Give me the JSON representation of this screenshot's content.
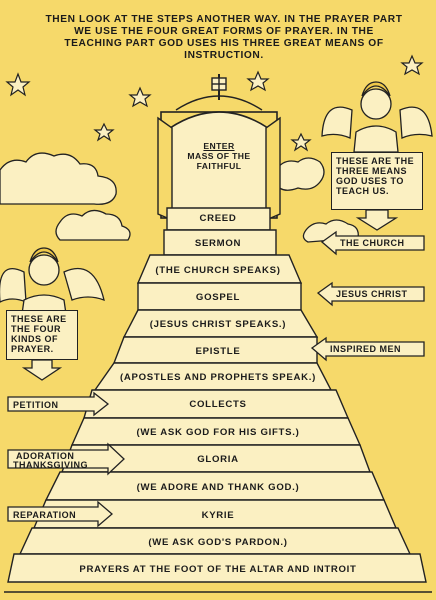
{
  "intro": "THEN LOOK AT THE STEPS ANOTHER WAY. IN THE PRAYER PART WE USE THE FOUR GREAT FORMS OF PRAYER. IN THE TEACHING PART GOD USES HIS THREE GREAT MEANS OF INSTRUCTION.",
  "door": {
    "enter": "ENTER",
    "rest": "MASS OF THE FAITHFUL"
  },
  "steps": {
    "creed": "CREED",
    "sermon": "SERMON",
    "church_speaks": "(THE CHURCH SPEAKS)",
    "gospel": "GOSPEL",
    "jesus_speaks": "(JESUS CHRIST SPEAKS.)",
    "epistle": "EPISTLE",
    "apostles_speak": "(APOSTLES AND PROPHETS SPEAK.)",
    "collects": "COLLECTS",
    "ask_gifts": "(WE ASK GOD FOR HIS GIFTS.)",
    "gloria": "GLORIA",
    "adore_thank": "(WE ADORE AND THANK GOD.)",
    "kyrie": "KYRIE",
    "ask_pardon": "(WE ASK GOD'S PARDON.)",
    "prayers_foot": "PRAYERS AT THE FOOT OF THE ALTAR AND INTROIT"
  },
  "right_sign": "THESE ARE THE THREE MEANS GOD USES TO TEACH US.",
  "left_sign": "THESE ARE THE FOUR KINDS OF PRAYER.",
  "right_arrows": {
    "church": "THE CHURCH",
    "jesus": "JESUS CHRIST",
    "inspired": "INSPIRED MEN"
  },
  "left_arrows": {
    "petition": "PETITION",
    "adoration": "ADORATION",
    "thanksgiving": "THANKSGIVING",
    "reparation": "REPARATION"
  },
  "colors": {
    "background": "#f6d96a",
    "ink": "#1b1b1b",
    "step": "#fbf0c2",
    "sign": "#fbf0c2"
  }
}
